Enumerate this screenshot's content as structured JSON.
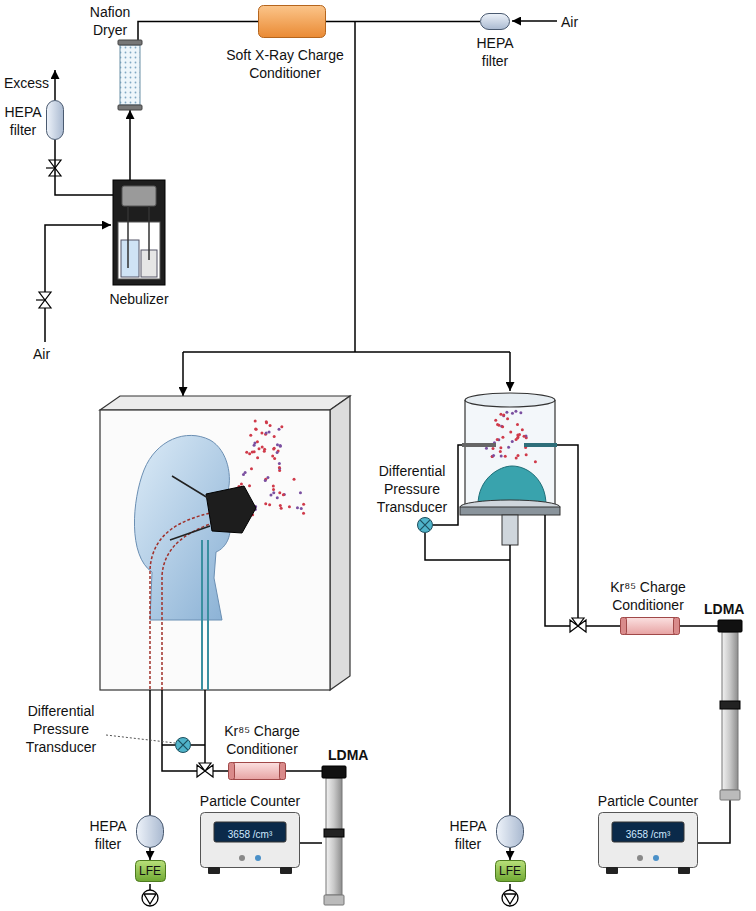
{
  "diagram": {
    "nodes": [
      {
        "text": [
          "Nafion Dryer"
        ]
      },
      {
        "text": [
          "Soft X-Ray Charge Conditioner"
        ]
      },
      {
        "text": [
          "HEPA filter"
        ]
      },
      {
        "text": [
          "HEPA filter"
        ]
      },
      {
        "text": [
          "Nebulizer"
        ]
      },
      {
        "text": [
          "Differential Pressure Transducer"
        ]
      },
      {
        "text": [
          "Kr⁸⁵ Charge Conditioner"
        ]
      },
      {
        "text": [
          "LDMA"
        ]
      },
      {
        "text": [
          "HEPA filter"
        ]
      },
      {
        "text": [
          "LFE"
        ]
      },
      {
        "text": [
          "Particle Counter",
          "3658 /cm³"
        ]
      },
      {
        "text": [
          "Differential Pressure Transducer"
        ]
      },
      {
        "text": [
          "Kr⁸⁵ Charge Conditioner"
        ]
      },
      {
        "text": [
          "LDMA"
        ]
      },
      {
        "text": [
          "HEPA filter"
        ]
      },
      {
        "text": [
          "LFE"
        ]
      },
      {
        "text": [
          "Particle Counter",
          "3658 /cm³"
        ]
      }
    ],
    "edges": [
      {
        "from": 4,
        "to": 0,
        "arrow": "to"
      },
      {
        "from": 0,
        "to": 1,
        "arrow": "none"
      },
      {
        "from": 1,
        "to": 2,
        "arrow": "none"
      },
      {
        "from": 4,
        "to": 3,
        "arrow": "none"
      },
      {
        "from": 6,
        "to": 7,
        "arrow": "none"
      },
      {
        "from": 7,
        "to": 10,
        "arrow": "none"
      },
      {
        "from": 8,
        "to": 9,
        "arrow": "to"
      },
      {
        "from": 12,
        "to": 13,
        "arrow": "none"
      },
      {
        "from": 13,
        "to": 16,
        "arrow": "none"
      },
      {
        "from": 14,
        "to": 15,
        "arrow": "to"
      }
    ],
    "labels": [
      "Excess",
      "Air",
      "Air"
    ]
  }
}
